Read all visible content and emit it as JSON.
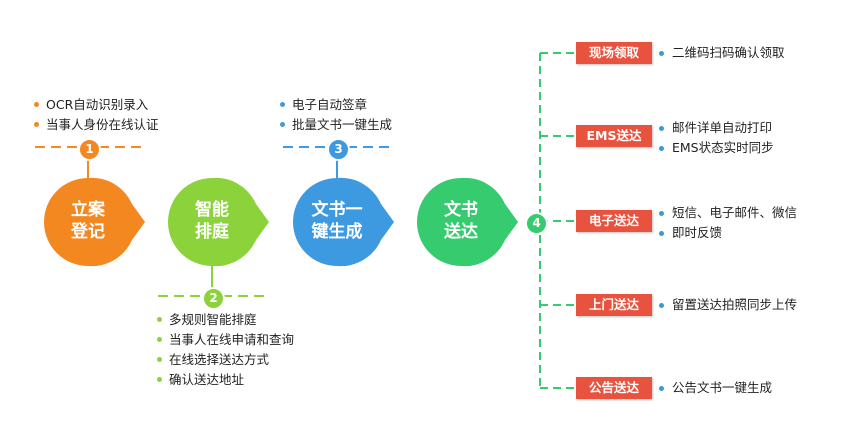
{
  "stages": [
    {
      "line1": "立案",
      "line2": "登记",
      "number": "1",
      "color": "#f38720",
      "bullets": [
        "OCR自动识别录入",
        "当事人身份在线认证"
      ]
    },
    {
      "line1": "智能",
      "line2": "排庭",
      "number": "2",
      "color": "#8cd23b",
      "bullets": [
        "多规则智能排庭",
        "当事人在线申请和查询",
        "在线选择送达方式",
        "确认送达地址"
      ]
    },
    {
      "line1": "文书一",
      "line2": "键生成",
      "number": "3",
      "color": "#3e9ae0",
      "bullets": [
        "电子自动签章",
        "批量文书一键生成"
      ]
    },
    {
      "line1": "文书",
      "line2": "送达",
      "number": "4",
      "color": "#36cb6e",
      "bullets": []
    }
  ],
  "channels": [
    {
      "label": "现场领取",
      "items": [
        "二维码扫码确认领取"
      ]
    },
    {
      "label": "EMS送达",
      "items": [
        "邮件详单自动打印",
        "EMS状态实时同步"
      ]
    },
    {
      "label": "电子送达",
      "items": [
        "短信、电子邮件、微信",
        "即时反馈"
      ]
    },
    {
      "label": "上门送达",
      "items": [
        "留置送达拍照同步上传"
      ]
    },
    {
      "label": "公告送达",
      "items": [
        "公告文书一键生成"
      ]
    }
  ],
  "colors": {
    "orange": "#f38720",
    "green": "#8cd23b",
    "blue": "#3e9ae0",
    "teal": "#36cb6e",
    "red": "#e8533f"
  }
}
